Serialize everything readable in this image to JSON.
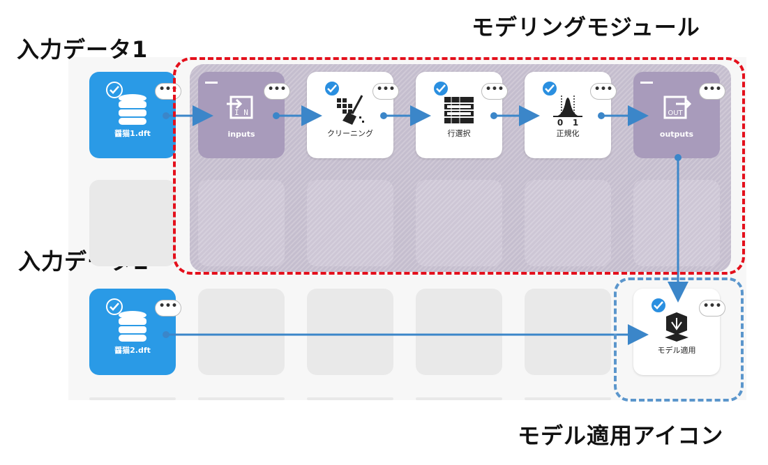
{
  "labels": {
    "input1": "入力データ1",
    "input2": "入力データ2",
    "module": "モデリングモジュール",
    "apply_icon": "モデル適用アイコン"
  },
  "nodes": {
    "data1": "醤猫1.dft",
    "data2": "醤猫2.dft",
    "inputs": "inputs",
    "cleaning": "クリーニング",
    "row_select": "行選択",
    "normalize": "正規化",
    "outputs": "outputs",
    "model_apply": "モデル適用"
  },
  "icon_text": {
    "in": "I N",
    "out": "OUT",
    "zero": "0",
    "one": "1"
  },
  "more_label": "•••",
  "colors": {
    "data_node": "#2a9ae6",
    "module_node": "#a89bbb",
    "wire": "#3b86c9",
    "red_frame": "#e4101c",
    "blue_frame": "#5b96cc"
  }
}
